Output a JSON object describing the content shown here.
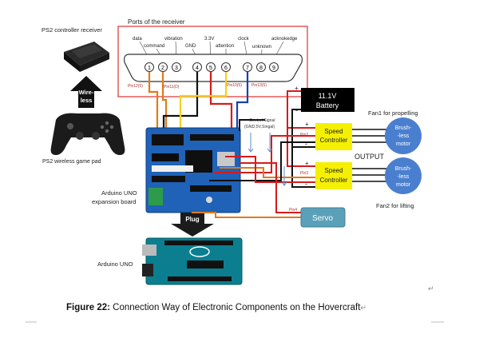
{
  "receiver_box": {
    "title": "Ports of the receiver",
    "pin_labels": {
      "data": "data",
      "command": "command",
      "vibration": "vibration",
      "gnd": "GND",
      "v33": "3.3V",
      "attention": "attention",
      "clock": "clock",
      "unknown": "unknown",
      "acknowledge": "acknokedge"
    },
    "pin_numbers": [
      "1",
      "2",
      "3",
      "4",
      "5",
      "6",
      "7",
      "8",
      "9"
    ],
    "wire_tags": {
      "pin12": "Pin12(5)",
      "pin11": "Pin11(D)",
      "pin10": "Pin10(5)",
      "pin13": "Pin13(5)"
    }
  },
  "left_labels": {
    "ps2_receiver": "PS2 controller receiver",
    "wireless": "Wire-\nless",
    "wireless_line1": "Wire-",
    "wireless_line2": "less",
    "ps2_gamepad": "PS2 wireless game pad",
    "expansion_line1": "Arduino UNO",
    "expansion_line2": "expansion board",
    "uno": "Arduino UNO",
    "plug": "Plug"
  },
  "battery": {
    "label_line1": "11.1V",
    "label_line2": "Battery",
    "plus": "+",
    "minus": "-"
  },
  "signal_note": {
    "line1": "Control Signal",
    "line2": "(GND,5V,Singal)"
  },
  "controllers": [
    {
      "line1": "Speed",
      "line2": "Controller",
      "pin_tag": "Pin2",
      "plus": "+",
      "minus": "-"
    },
    {
      "line1": "Speed",
      "line2": "Controller",
      "pin_tag": "Pin3",
      "plus": "+",
      "minus": "-"
    }
  ],
  "motors": [
    {
      "line1": "Brush-",
      "line2": "-less",
      "line3": "motor",
      "caption": "Fan1 for propelling"
    },
    {
      "line1": "Brush-",
      "line2": "-less",
      "line3": "motor",
      "caption": "Fan2 for lifting"
    }
  ],
  "output_label": "OUTPUT",
  "servo": {
    "label": "Servo",
    "pin_tag": "Pin4"
  },
  "caption": {
    "bold": "Figure 22:",
    "text": " Connection Way of Electronic Components on the Hovercraft",
    "mark": "↵"
  },
  "return_mark": "↵",
  "colors": {
    "receiver_border": "#e03030",
    "battery": "#000000",
    "controller": "#f5f000",
    "motor": "#4a7fd0",
    "servo": "#5aa0b8",
    "wire_red": "#d61b1b",
    "wire_black": "#111111",
    "wire_orange": "#e07a1a",
    "wire_yellow": "#f3d21a",
    "wire_blue": "#1c3fb0",
    "board_blue": "#1f62b7"
  }
}
